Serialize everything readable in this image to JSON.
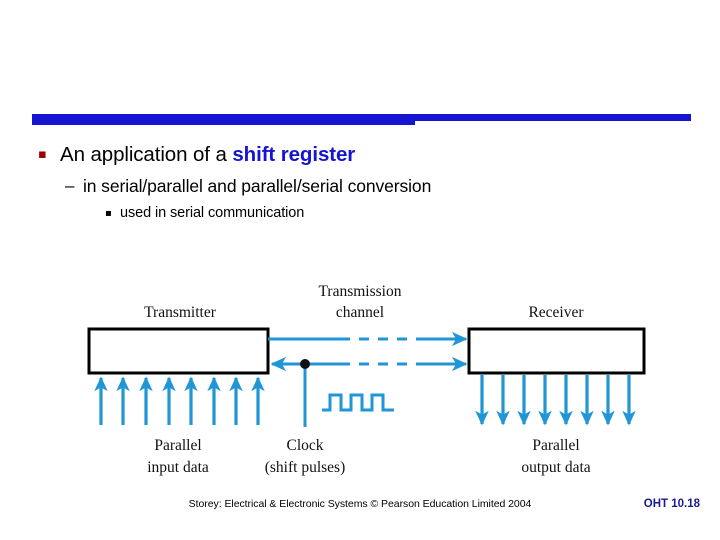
{
  "slide": {
    "divider_color": "#1414d2",
    "accent_color": "#1414d2",
    "bullet_color": "#9c0000",
    "diagram_line_color": "#2196d6"
  },
  "bullets": {
    "level1": {
      "marker": "▪",
      "text_plain": "An application of a ",
      "text_emphasis": "shift register"
    },
    "level2": {
      "marker": "–",
      "text": "in serial/parallel and parallel/serial conversion"
    },
    "level3": {
      "marker": "▪",
      "text": "used in serial communication"
    }
  },
  "diagram": {
    "labels": {
      "transmitter": "Transmitter",
      "transmission_line1": "Transmission",
      "transmission_line2": "channel",
      "receiver": "Receiver",
      "parallel_input_line1": "Parallel",
      "parallel_input_line2": "input data",
      "clock_line1": "Clock",
      "clock_line2": "(shift pulses)",
      "parallel_output_line1": "Parallel",
      "parallel_output_line2": "output data"
    },
    "counts": {
      "input_arrows": 8,
      "output_arrows": 8,
      "clock_pulses": 3
    }
  },
  "footer": {
    "credit": "Storey: Electrical & Electronic Systems © Pearson Education Limited 2004",
    "oht": "OHT 10.18"
  }
}
